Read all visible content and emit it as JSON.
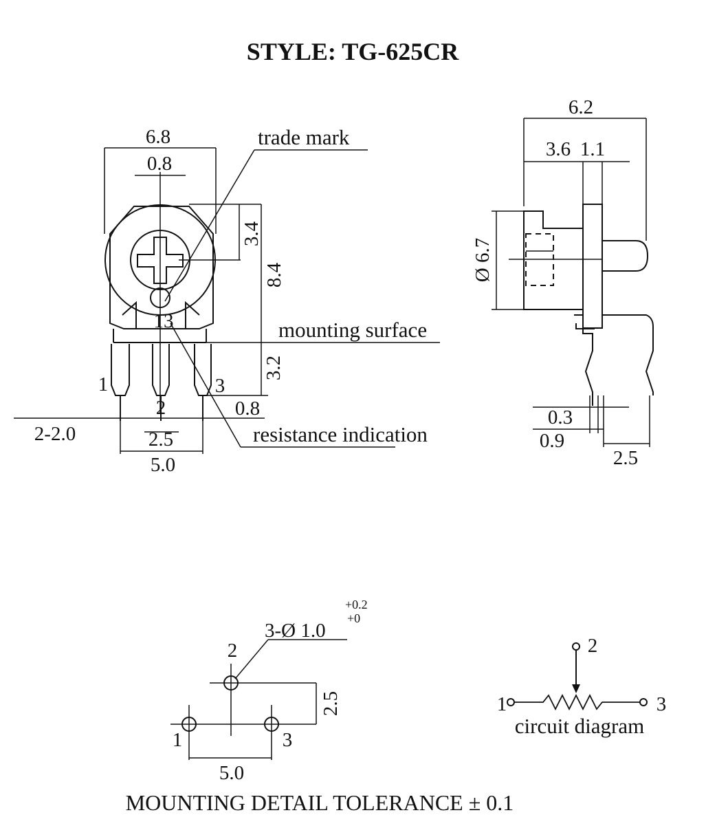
{
  "title": "STYLE: TG-625CR",
  "front_view": {
    "dim_width": "6.8",
    "dim_slot": "0.8",
    "dim_top": "3.4",
    "dim_height": "8.4",
    "dim_below": "3.2",
    "dim_pin_offset": "0.8",
    "dim_pin_width": "2-2.0",
    "dim_pitch": "2.5",
    "dim_span": "5.0",
    "label_trade_mark": "trade mark",
    "label_mounting_surface": "mounting surface",
    "label_resistance_indication": "resistance indication",
    "marking": "13",
    "pin1": "1",
    "pin2": "2",
    "pin3": "3"
  },
  "side_view": {
    "dim_depth": "6.2",
    "dim_a": "3.6",
    "dim_b": "1.1",
    "dim_diameter": "Ø 6.7",
    "dim_lead_thickness": "0.3",
    "dim_lead_width": "0.9",
    "dim_lead_pitch": "2.5"
  },
  "mounting_detail": {
    "hole_label": "3-Ø 1.0",
    "tol_plus": "+0.2",
    "tol_zero": "+0",
    "dim_vertical": "2.5",
    "dim_horizontal": "5.0",
    "pin1": "1",
    "pin2": "2",
    "pin3": "3"
  },
  "circuit": {
    "pin1": "1",
    "pin2": "2",
    "pin3": "3",
    "caption": "circuit diagram"
  },
  "footer": "MOUNTING DETAIL TOLERANCE ± 0.1"
}
